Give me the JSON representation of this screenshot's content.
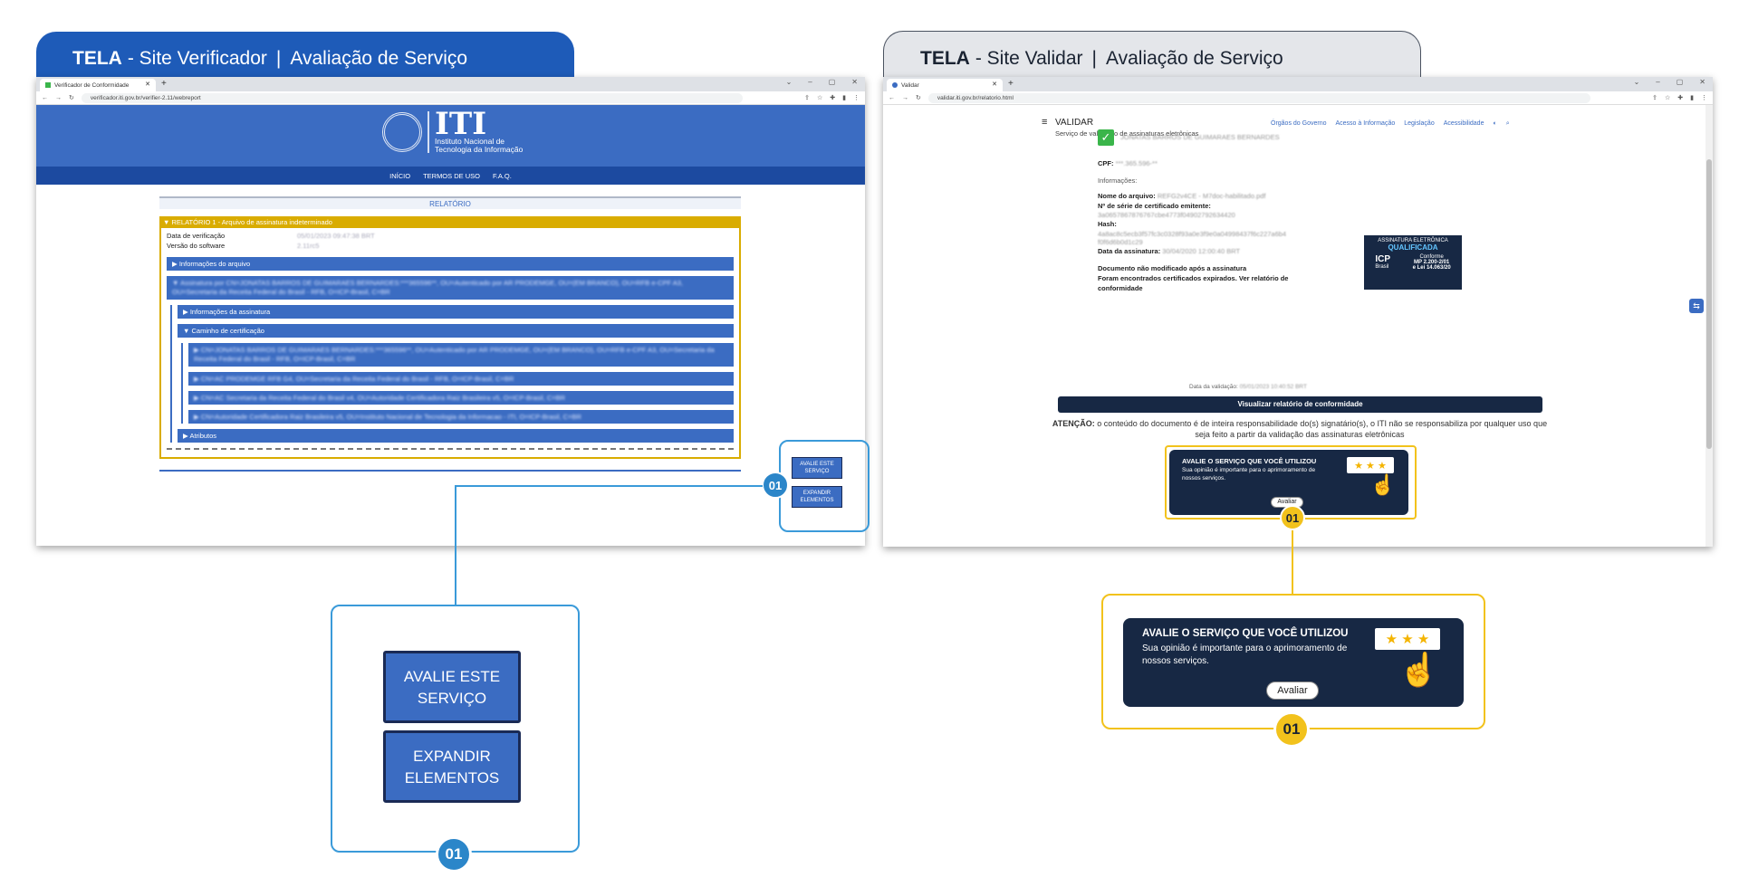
{
  "left_panel": {
    "tab_bold": "TELA",
    "tab_site": "- Site Verificador",
    "tab_sep": "|",
    "tab_desc": "Avaliação de Serviço",
    "browser": {
      "tab_title": "Verificador de Conformidade",
      "url": "verificador.iti.gov.br/verifier-2.11/webreport"
    },
    "logo": {
      "title": "ITI",
      "subtitle_1": "Instituto Nacional de",
      "subtitle_2": "Tecnologia da Informação"
    },
    "nav": [
      "INÍCIO",
      "TERMOS DE USO",
      "F.A.Q."
    ],
    "report": {
      "title": "RELATÓRIO",
      "rel_head": "▼ RELATÓRIO 1 - Arquivo de assinatura indeterminado",
      "rows": [
        {
          "label": "Data de verificação",
          "value": "05/01/2023 09:47:38 BRT"
        },
        {
          "label": "Versão do software",
          "value": "2.11rc5"
        }
      ],
      "info_arquivo": "▶ Informações do arquivo",
      "assinatura": "▼ Assinatura por CN=JONATAS BARROS DE GUIMARAES BERNARDES:***365596**, OU=Autenticado por AR PRODEMGE, OU=(EM BRANCO), OU=RFB e-CPF A3, OU=Secretaria da Receita Federal do Brasil - RFB, O=ICP-Brasil, C=BR",
      "info_assinatura": "▶ Informações da assinatura",
      "caminho": "▼ Caminho de certificação",
      "chain": [
        "▶ CN=JONATAS BARROS DE GUIMARAES BERNARDES:***365596**, OU=Autenticado por AR PRODEMGE, OU=(EM BRANCO), OU=RFB e-CPF A3, OU=Secretaria da Receita Federal do Brasil - RFB, O=ICP-Brasil, C=BR",
        "▶ CN=AC PRODEMGE RFB G4, OU=Secretaria da Receita Federal do Brasil - RFB, O=ICP-Brasil, C=BR",
        "▶ CN=AC Secretaria da Receita Federal do Brasil v4, OU=Autoridade Certificadora Raiz Brasileira v5, O=ICP-Brasil, C=BR",
        "▶ CN=Autoridade Certificadora Raiz Brasileira v5, OU=Instituto Nacional de Tecnologia da Informacao - ITI, O=ICP-Brasil, C=BR"
      ],
      "atributos": "▶ Atributos"
    },
    "float_buttons": {
      "avalie_1": "AVALIE ESTE",
      "avalie_2": "SERVIÇO",
      "expandir_1": "EXPANDIR",
      "expandir_2": "ELEMENTOS"
    },
    "zoom_buttons": {
      "avalie_1": "AVALIE ESTE",
      "avalie_2": "SERVIÇO",
      "expandir_1": "EXPANDIR",
      "expandir_2": "ELEMENTOS"
    },
    "badge": "01"
  },
  "right_panel": {
    "tab_bold": "TELA",
    "tab_site": "- Site Validar",
    "tab_sep": "|",
    "tab_desc": "Avaliação de Serviço",
    "browser": {
      "tab_title": "Validar",
      "url": "validar.iti.gov.br/relatorio.html"
    },
    "brand": {
      "title": "VALIDAR",
      "subtitle": "Serviço de validação de assinaturas eletrônicas"
    },
    "links": [
      "Órgãos do Governo",
      "Acesso à Informação",
      "Legislação",
      "Acessibilidade"
    ],
    "signer": "JONATAS BARROS DE GUIMARAES BERNARDES",
    "cpf_label": "CPF:",
    "cpf_value": "***.365.596-**",
    "informacoes": "Informações:",
    "arquivo_label": "Nome do arquivo:",
    "arquivo_value": "REFG2v4CE - M7doc-habilitado.pdf",
    "serie_label": "Nº de série de certificado emitente:",
    "serie_value": "3a0657867876767cbe4773f04902792634420",
    "hash_label": "Hash:",
    "hash_value_1": "4a8ac8c5ecb3f57fc3c0328f93a0e3f9e0a04998437f6c227a6b4",
    "hash_value_2": "f0f6d6b0d1c29",
    "data_assinatura_label": "Data da assinatura:",
    "data_assinatura_value": "30/04/2020 12:00:40 BRT",
    "status_1": "Documento não modificado após a assinatura",
    "status_2": "Foram encontrados certificados expirados. Ver relatório de",
    "status_3": "conformidade",
    "seal": {
      "line1": "ASSINATURA ELETRÔNICA",
      "line2": "QUALIFICADA",
      "icp": "ICP",
      "brasil": "Brasil",
      "conforme": "Conforme",
      "mp": "MP 2.200-2/01",
      "lei": "e Lei 14.063/20"
    },
    "data_validacao_label": "Data da validação:",
    "data_validacao_value": "05/01/2023 10:40:52 BRT",
    "relatorio_button": "Visualizar relatório de conformidade",
    "atencao_label": "ATENÇÃO:",
    "atencao_text": "o conteúdo do documento é de inteira responsabilidade do(s) signatário(s), o ITI não se responsabiliza por qualquer uso que seja feito a partir da validação das assinaturas eletrônicas",
    "card": {
      "title": "AVALIE O SERVIÇO QUE VOCÊ UTILIZOU",
      "text_1": "Sua opinião é importante para o aprimoramento de",
      "text_2": "nossos serviços.",
      "button": "Avaliar",
      "stars": "★ ★ ★"
    },
    "badge": "01"
  },
  "colors": {
    "blue_primary": "#3b6cc2",
    "blue_tab": "#1e5bb8",
    "gold": "#f2c21c",
    "navy_card": "#172844",
    "callout_blue": "#3a9ad9"
  }
}
